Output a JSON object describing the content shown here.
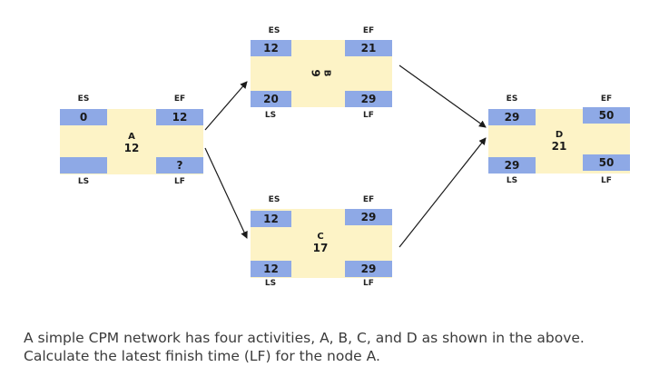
{
  "labels": {
    "es": "ES",
    "ef": "EF",
    "ls": "LS",
    "lf": "LF"
  },
  "nodes": {
    "A": {
      "name": "A",
      "duration": "12",
      "es": "0",
      "ef": "12",
      "ls": "",
      "lf": "?"
    },
    "B": {
      "name": "B",
      "duration": "9",
      "es": "12",
      "ef": "21",
      "ls": "20",
      "lf": "29"
    },
    "C": {
      "name": "C",
      "duration": "17",
      "es": "12",
      "ef": "29",
      "ls": "12",
      "lf": "29"
    },
    "D": {
      "name": "D",
      "duration": "21",
      "es": "29",
      "ef": "50",
      "ls": "29",
      "lf": "50"
    }
  },
  "question": {
    "line1": "A simple CPM network has four activities, A, B, C, and D as shown in the above.",
    "line2": "Calculate the latest finish time (LF) for the node A."
  },
  "colors": {
    "node_fill": "#fdf3c6",
    "cell_fill": "#8ea9e6",
    "arrow": "#1a1a1a"
  }
}
